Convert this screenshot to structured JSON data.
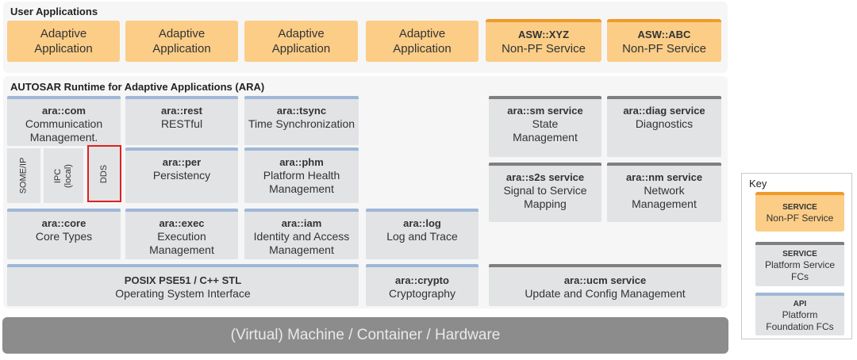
{
  "user_apps": {
    "title": "User Applications",
    "apps": [
      {
        "line1": "Adaptive",
        "line2": "Application"
      },
      {
        "line1": "Adaptive",
        "line2": "Application"
      },
      {
        "line1": "Adaptive",
        "line2": "Application"
      },
      {
        "line1": "Adaptive",
        "line2": "Application"
      }
    ],
    "nonpf": [
      {
        "name": "ASW::XYZ",
        "desc": "Non-PF Service"
      },
      {
        "name": "ASW::ABC",
        "desc": "Non-PF Service"
      }
    ]
  },
  "ara": {
    "title": "AUTOSAR Runtime for Adaptive Applications (ARA)",
    "com": {
      "name": "ara::com",
      "line1": "Communication",
      "line2": "Management."
    },
    "rest": {
      "name": "ara::rest",
      "line1": "RESTful"
    },
    "tsync": {
      "name": "ara::tsync",
      "line1": "Time Synchronization"
    },
    "bindings": {
      "someip": "SOME/IP",
      "ipc_line1": "IPC",
      "ipc_line2": "(local)",
      "dds": "DDS"
    },
    "per": {
      "name": "ara::per",
      "line1": "Persistency"
    },
    "phm": {
      "name": "ara::phm",
      "line1": "Platform Health",
      "line2": "Management"
    },
    "core": {
      "name": "ara::core",
      "line1": "Core Types"
    },
    "exec": {
      "name": "ara::exec",
      "line1": "Execution",
      "line2": "Management"
    },
    "iam": {
      "name": "ara::iam",
      "line1": "Identity and Access",
      "line2": "Management"
    },
    "log": {
      "name": "ara::log",
      "line1": "Log and Trace"
    },
    "posix": {
      "name": "POSIX PSE51 / C++ STL",
      "line1": "Operating System Interface"
    },
    "crypto": {
      "name": "ara::crypto",
      "line1": "Cryptography"
    },
    "sm": {
      "name": "ara::sm service",
      "line1": "State",
      "line2": "Management"
    },
    "diag": {
      "name": "ara::diag service",
      "line1": "Diagnostics"
    },
    "s2s": {
      "name": "ara::s2s service",
      "line1": "Signal to Service",
      "line2": "Mapping"
    },
    "nm": {
      "name": "ara::nm service",
      "line1": "Network",
      "line2": "Management"
    },
    "ucm": {
      "name": "ara::ucm service",
      "line1": "Update and Config Management"
    }
  },
  "hardware": {
    "label": "(Virtual) Machine / Container / Hardware"
  },
  "key": {
    "title": "Key",
    "items": [
      {
        "type": "SERVICE",
        "line1": "Non-PF Service"
      },
      {
        "type": "SERVICE",
        "line1": "Platform Service",
        "line2": "FCs"
      },
      {
        "type": "API",
        "line1": "Platform",
        "line2": "Foundation FCs"
      }
    ]
  },
  "colors": {
    "non_pf_fill": "#fbcd87",
    "non_pf_border": "#ef9b2a",
    "platform_service_border": "#7f7f7f",
    "api_border": "#9fb8d8",
    "box_fill": "#e2e3e5",
    "highlight": "#e02020",
    "hardware_fill": "#8c8c8c"
  }
}
